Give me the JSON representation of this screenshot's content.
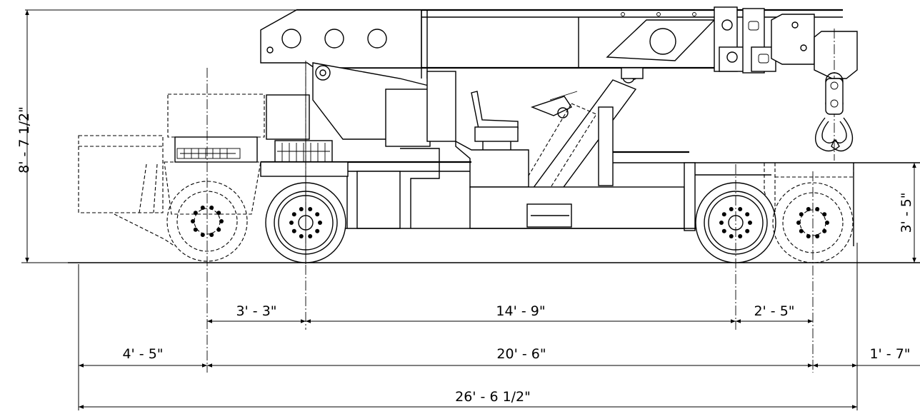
{
  "dimensions": {
    "overall_height": "8' - 7 1/2\"",
    "deck_height": "3' - 5\"",
    "front_axle_to_ctr": "3' - 3\"",
    "ctr_to_rear_axle": "14' - 9\"",
    "rear_axle_spacing": "2' - 5\"",
    "front_overhang": "4' - 5\"",
    "wheelbase": "20' - 6\"",
    "rear_overhang": "1' - 7\"",
    "overall_length": "26' - 6 1/2\""
  }
}
